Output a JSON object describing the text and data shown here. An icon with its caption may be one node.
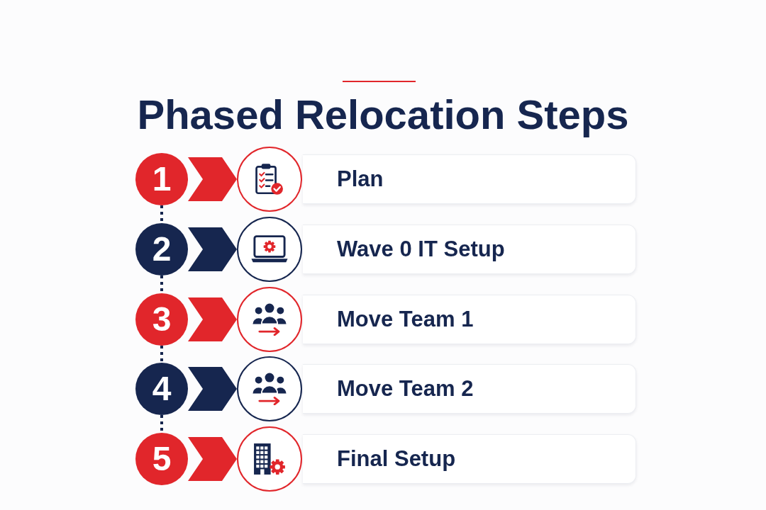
{
  "diagram": {
    "title": "Phased Relocation Steps",
    "nodes": [
      {
        "text": [
          "1"
        ]
      },
      {
        "text": [],
        "shape": "circle"
      },
      {
        "text": [
          "Plan"
        ]
      },
      {
        "text": [
          "2"
        ]
      },
      {
        "text": [],
        "shape": "circle"
      },
      {
        "text": [
          "Wave 0 IT Setup"
        ]
      },
      {
        "text": [
          "3"
        ]
      },
      {
        "text": [],
        "shape": "circle"
      },
      {
        "text": [
          "Move Team 1"
        ]
      },
      {
        "text": [
          "4"
        ]
      },
      {
        "text": [],
        "shape": "circle"
      },
      {
        "text": [
          "Move Team 2"
        ]
      },
      {
        "text": [
          "5"
        ]
      },
      {
        "text": [],
        "shape": "circle"
      },
      {
        "text": [
          "Final Setup"
        ]
      }
    ],
    "edges": [
      {
        "from": 0,
        "to": 1,
        "arrow": "to",
        "color": "#e1262b"
      },
      {
        "from": 0,
        "to": 3,
        "arrow": "none",
        "style": "dashed"
      },
      {
        "from": 3,
        "to": 4,
        "arrow": "to"
      },
      {
        "from": 3,
        "to": 6,
        "arrow": "none",
        "style": "dashed"
      },
      {
        "from": 6,
        "to": 7,
        "arrow": "to",
        "color": "#e1262b"
      },
      {
        "from": 6,
        "to": 9,
        "arrow": "none",
        "style": "dashed"
      },
      {
        "from": 9,
        "to": 10,
        "arrow": "to"
      },
      {
        "from": 9,
        "to": 12,
        "arrow": "none",
        "style": "dashed"
      },
      {
        "from": 12,
        "to": 13,
        "arrow": "to",
        "color": "#e1262b"
      }
    ]
  }
}
